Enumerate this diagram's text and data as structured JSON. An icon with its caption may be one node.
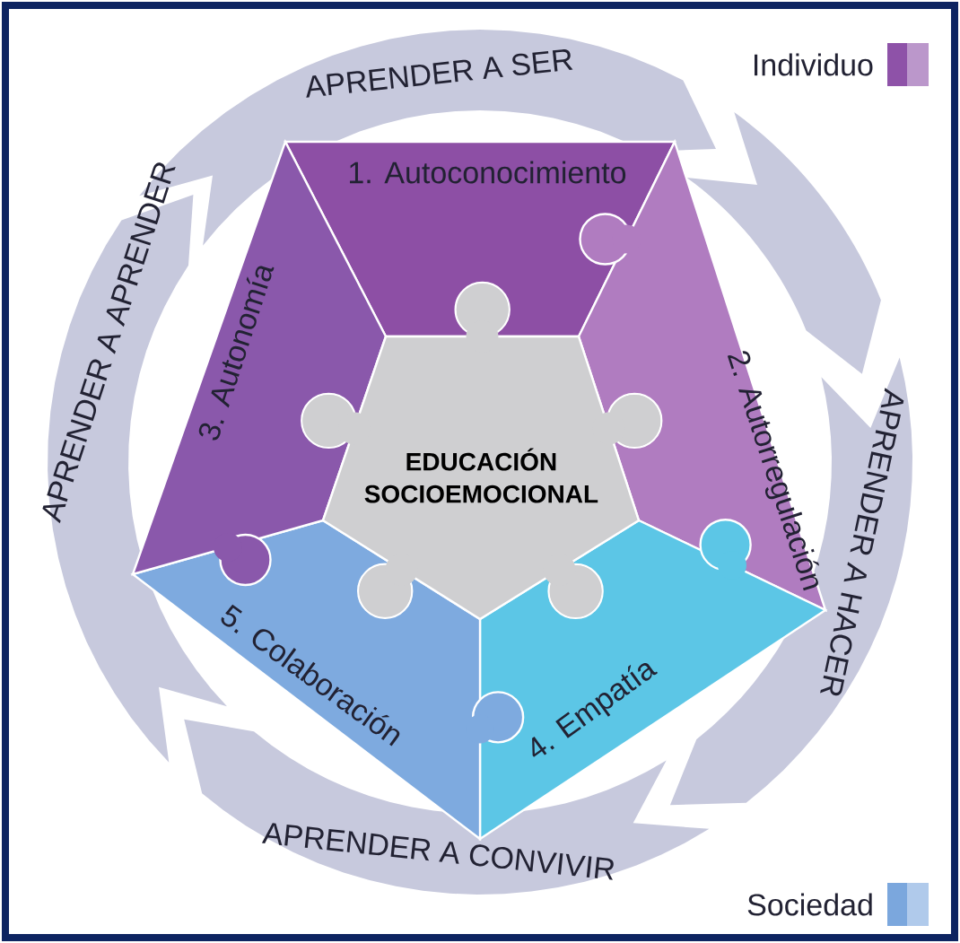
{
  "diagram": {
    "nodes": [
      {
        "text": [
          "EDUCACIÓN SOCIOEMOCIONAL"
        ]
      },
      {
        "text": [
          "1. Autoconocimiento"
        ]
      },
      {
        "text": [
          "2. Autorregulación"
        ]
      },
      {
        "text": [
          "3. Autonomía"
        ]
      },
      {
        "text": [
          "4. Empatía"
        ]
      },
      {
        "text": [
          "5. Colaboración"
        ]
      },
      {
        "text": [
          "APRENDER A SER"
        ]
      },
      {
        "text": [],
        "shape": "arrow"
      },
      {
        "text": [
          "APRENDER A HACER"
        ]
      },
      {
        "text": [
          "APRENDER A CONVIVIR"
        ]
      },
      {
        "text": [
          "APRENDER A APRENDER"
        ]
      }
    ],
    "legend": [
      {
        "text": "Individuo",
        "color": "#8e52a8"
      },
      {
        "text": "Sociedad",
        "color": "#7ba7dd"
      }
    ]
  }
}
